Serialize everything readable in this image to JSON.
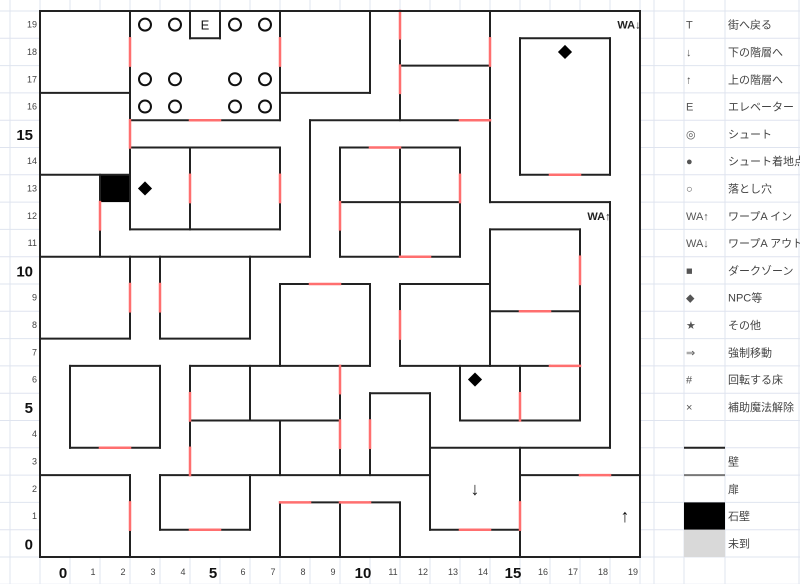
{
  "colors": {
    "wall": "#222222",
    "door": "#ff6f6f",
    "stone": "#000000",
    "unvisited": "#d9d9d9",
    "grid": "#dfe4ef"
  },
  "axes": {
    "rows": [
      "0",
      "1",
      "2",
      "3",
      "4",
      "5",
      "6",
      "7",
      "8",
      "9",
      "10",
      "11",
      "12",
      "13",
      "14",
      "15",
      "16",
      "17",
      "18",
      "19"
    ],
    "cols": [
      "0",
      "1",
      "2",
      "3",
      "4",
      "5",
      "6",
      "7",
      "8",
      "9",
      "10",
      "11",
      "12",
      "13",
      "14",
      "15",
      "16",
      "17",
      "18",
      "19"
    ],
    "major": [
      "0",
      "5",
      "10",
      "15"
    ]
  },
  "markers": [
    {
      "type": "elevator",
      "text": "E",
      "col": 5,
      "row": 19
    },
    {
      "type": "pit",
      "text": "○",
      "col": 3,
      "row": 19
    },
    {
      "type": "pit",
      "text": "○",
      "col": 4,
      "row": 19
    },
    {
      "type": "pit",
      "text": "○",
      "col": 6,
      "row": 19
    },
    {
      "type": "pit",
      "text": "○",
      "col": 7,
      "row": 19
    },
    {
      "type": "pit",
      "text": "○",
      "col": 3,
      "row": 17
    },
    {
      "type": "pit",
      "text": "○",
      "col": 4,
      "row": 17
    },
    {
      "type": "pit",
      "text": "○",
      "col": 6,
      "row": 17
    },
    {
      "type": "pit",
      "text": "○",
      "col": 7,
      "row": 17
    },
    {
      "type": "pit",
      "text": "○",
      "col": 3,
      "row": 16
    },
    {
      "type": "pit",
      "text": "○",
      "col": 4,
      "row": 16
    },
    {
      "type": "pit",
      "text": "○",
      "col": 6,
      "row": 16
    },
    {
      "type": "pit",
      "text": "○",
      "col": 7,
      "row": 16
    },
    {
      "type": "npc",
      "text": "◆",
      "col": 3,
      "row": 13
    },
    {
      "type": "npc",
      "text": "◆",
      "col": 17,
      "row": 18
    },
    {
      "type": "npc",
      "text": "◆",
      "col": 14,
      "row": 6
    },
    {
      "type": "dark",
      "text": "■",
      "col": 2,
      "row": 13
    },
    {
      "type": "warp-out",
      "text": "WA↓",
      "col": 19,
      "row": 19
    },
    {
      "type": "warp-in",
      "text": "WA↑",
      "col": 18,
      "row": 12
    },
    {
      "type": "stairs-down",
      "text": "↓",
      "col": 14,
      "row": 2
    },
    {
      "type": "stairs-up",
      "text": "↑",
      "col": 19,
      "row": 1
    }
  ],
  "legend": [
    {
      "symbol": "T",
      "label": "街へ戻る"
    },
    {
      "symbol": "↓",
      "label": "下の階層へ"
    },
    {
      "symbol": "↑",
      "label": "上の階層へ"
    },
    {
      "symbol": "E",
      "label": "エレベーター"
    },
    {
      "symbol": "◎",
      "label": "シュート"
    },
    {
      "symbol": "●",
      "label": "シュート着地点"
    },
    {
      "symbol": "○",
      "label": "落とし穴"
    },
    {
      "symbol": "WA↑",
      "label": "ワープA イン"
    },
    {
      "symbol": "WA↓",
      "label": "ワープA アウト"
    },
    {
      "symbol": "■",
      "label": "ダークゾーン"
    },
    {
      "symbol": "◆",
      "label": "NPC等"
    },
    {
      "symbol": "★",
      "label": "その他"
    },
    {
      "symbol": "⇒",
      "label": "強制移動"
    },
    {
      "symbol": "#",
      "label": "回転する床"
    },
    {
      "symbol": "×",
      "label": "補助魔法解除"
    }
  ],
  "legend_keys": {
    "wall": "壁",
    "door": "扉",
    "stone": "石壁",
    "unvisited": "未到"
  }
}
